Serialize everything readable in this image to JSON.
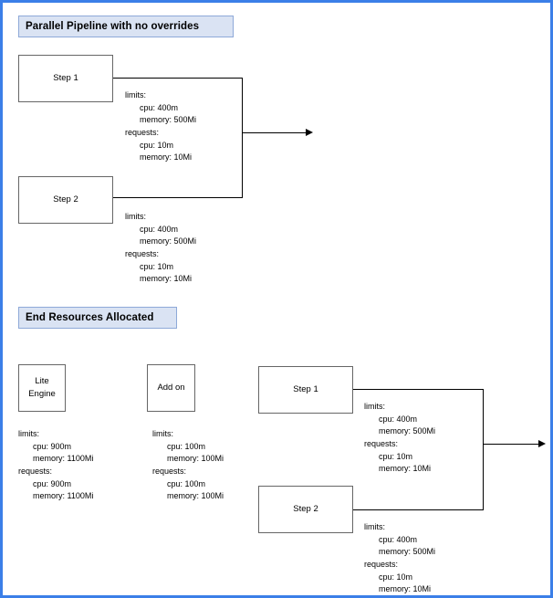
{
  "page": {
    "border_color": "#3b7fe8",
    "background": "#ffffff"
  },
  "sections": [
    {
      "id": "parallel-no-overrides",
      "banner": {
        "label": "Parallel Pipeline with no overrides",
        "fill": "#dae3f3",
        "border": "#8ea9d8"
      }
    },
    {
      "id": "end-resources-allocated",
      "banner": {
        "label": "End Resources Allocated",
        "fill": "#dae3f3",
        "border": "#8ea9d8"
      }
    }
  ],
  "nodes": {
    "top_step1": "Step 1",
    "top_step2": "Step 2",
    "lite_engine_line1": "Lite",
    "lite_engine_line2": "Engine",
    "add_on": "Add on",
    "bottom_step1": "Step 1",
    "bottom_step2": "Step 2"
  },
  "resources": {
    "top_step1": {
      "limits_label": "limits:",
      "limits_cpu": "cpu: 400m",
      "limits_memory": "memory: 500Mi",
      "requests_label": "requests:",
      "requests_cpu": "cpu: 10m",
      "requests_memory": "memory: 10Mi"
    },
    "top_step2": {
      "limits_label": "limits:",
      "limits_cpu": "cpu: 400m",
      "limits_memory": "memory: 500Mi",
      "requests_label": "requests:",
      "requests_cpu": "cpu: 10m",
      "requests_memory": "memory: 10Mi"
    },
    "lite_engine": {
      "limits_label": "limits:",
      "limits_cpu": "cpu: 900m",
      "limits_memory": "memory: 1100Mi",
      "requests_label": "requests:",
      "requests_cpu": "cpu: 900m",
      "requests_memory": "memory: 1100Mi"
    },
    "add_on": {
      "limits_label": "limits:",
      "limits_cpu": "cpu: 100m",
      "limits_memory": "memory: 100Mi",
      "requests_label": "requests:",
      "requests_cpu": "cpu: 100m",
      "requests_memory": "memory: 100Mi"
    },
    "bottom_step1": {
      "limits_label": "limits:",
      "limits_cpu": "cpu: 400m",
      "limits_memory": "memory: 500Mi",
      "requests_label": "requests:",
      "requests_cpu": "cpu: 10m",
      "requests_memory": "memory: 10Mi"
    },
    "bottom_step2": {
      "limits_label": "limits:",
      "limits_cpu": "cpu: 400m",
      "limits_memory": "memory: 500Mi",
      "requests_label": "requests:",
      "requests_cpu": "cpu: 10m",
      "requests_memory": "memory: 10Mi"
    }
  }
}
